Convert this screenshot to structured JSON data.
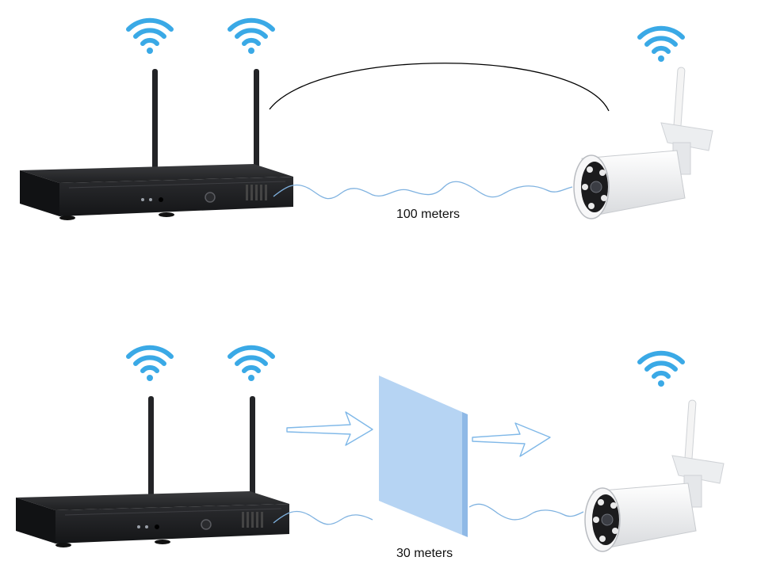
{
  "scenarios": [
    {
      "distance_label": "100 meters",
      "obstacle": "none",
      "signal": "arc"
    },
    {
      "distance_label": "30 meters",
      "obstacle": "glass-wall",
      "signal": "arrows"
    }
  ],
  "colors": {
    "wifi": "#3aa9e6",
    "nvr_body": "#1c1d1f",
    "camera_body": "#f2f3f5",
    "wave": "#7fb2e0",
    "glass": "#a9cdf1",
    "arrow": "#7fb8e8",
    "arc": "#000000"
  },
  "icons": [
    "wifi-icon",
    "nvr-recorder",
    "wireless-camera",
    "glass-obstacle",
    "signal-arrow"
  ]
}
